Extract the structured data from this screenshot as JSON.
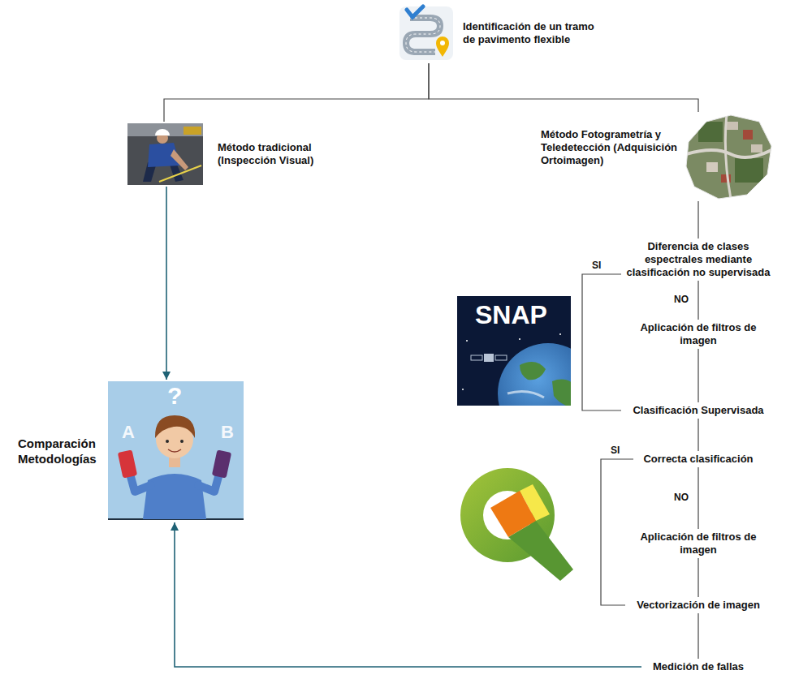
{
  "diagram": {
    "nodes": [
      {
        "text": [
          "Identificación de un tramo de pavimento flexible"
        ]
      },
      {
        "text": [
          "Método tradicional (Inspección Visual)"
        ]
      },
      {
        "text": [
          "Método Fotogrametría y Teledetección (Adquisición Ortoimagen)"
        ]
      },
      {
        "text": [
          "Diferencia de clases espectrales mediante clasificación no supervisada"
        ]
      },
      {
        "text": [
          "Aplicación de filtros de imagen"
        ]
      },
      {
        "text": [
          "Clasificación Supervisada"
        ]
      },
      {
        "text": [
          "Correcta clasificación"
        ]
      },
      {
        "text": [
          "Aplicación de filtros de imagen"
        ]
      },
      {
        "text": [
          "Vectorización de imagen"
        ]
      },
      {
        "text": [
          "Medición de fallas"
        ]
      },
      {
        "text": [
          "Comparación Metodologías"
        ]
      }
    ],
    "edges": [
      {
        "from": 0,
        "to": 1,
        "arrow": "none"
      },
      {
        "from": 0,
        "to": 2,
        "arrow": "none"
      },
      {
        "from": 2,
        "to": 3,
        "arrow": "none"
      },
      {
        "from": 3,
        "to": 4,
        "label": "NO",
        "arrow": "none"
      },
      {
        "from": 3,
        "to": 5,
        "label": "SI",
        "arrow": "none"
      },
      {
        "from": 4,
        "to": 5,
        "arrow": "none"
      },
      {
        "from": 5,
        "to": 6,
        "arrow": "none"
      },
      {
        "from": 6,
        "to": 7,
        "label": "NO",
        "arrow": "none"
      },
      {
        "from": 6,
        "to": 8,
        "label": "SI",
        "arrow": "none"
      },
      {
        "from": 7,
        "to": 8,
        "arrow": "none"
      },
      {
        "from": 8,
        "to": 9,
        "arrow": "none"
      },
      {
        "from": 1,
        "to": 10,
        "arrow": "to"
      },
      {
        "from": 9,
        "to": 10,
        "arrow": "to"
      }
    ],
    "labels": [
      "SNAP",
      "?",
      "A",
      "B"
    ]
  }
}
